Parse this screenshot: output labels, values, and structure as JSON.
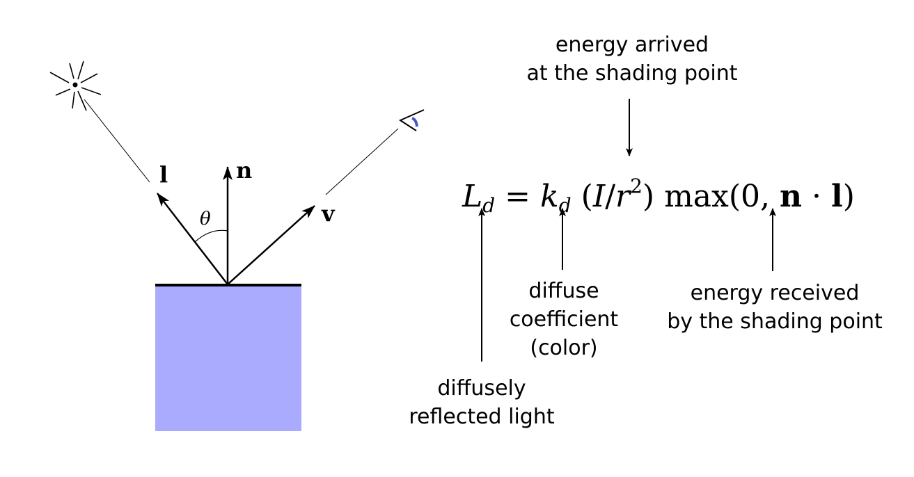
{
  "diagram": {
    "vectors": {
      "light": "l",
      "normal": "n",
      "view": "v",
      "angle": "θ"
    },
    "colors": {
      "surface": "#aaaaff",
      "stroke": "#000000",
      "eye_pupil": "#4a57c8"
    }
  },
  "equation": {
    "lhs": "L",
    "lhs_sub": "d",
    "equals": "=",
    "k": "k",
    "k_sub": "d",
    "open_paren": "(",
    "I": "I",
    "slash": "/",
    "r": "r",
    "r_sup": "2",
    "close_paren": ")",
    "max": "max",
    "max_open": "(",
    "zero": "0",
    "comma": ",",
    "n": "n",
    "dot": "·",
    "l": "l",
    "max_close": ")"
  },
  "annotations": {
    "top": {
      "line1": "energy arrived",
      "line2": "at the shading point"
    },
    "lhs": {
      "line1": "diffusely",
      "line2": "reflected light"
    },
    "coefficient": {
      "line1": "diffuse",
      "line2": "coefficient",
      "line3": "(color)"
    },
    "received": {
      "line1": "energy received",
      "line2": "by the shading point"
    }
  }
}
